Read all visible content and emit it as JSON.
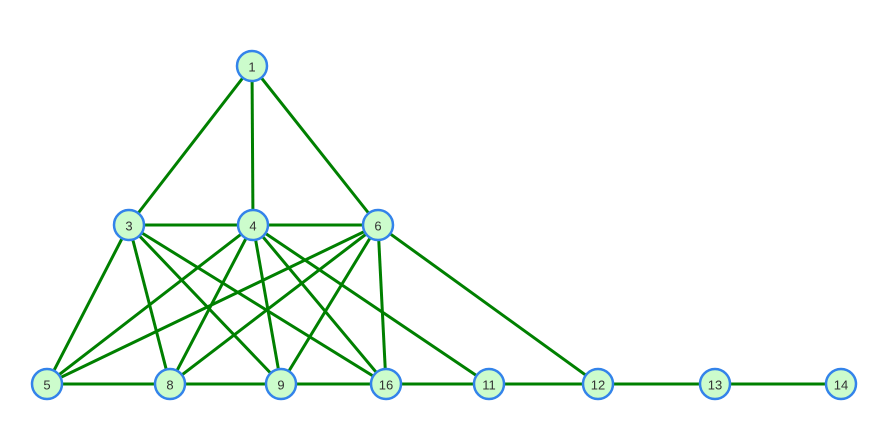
{
  "graph": {
    "nodes": [
      "1",
      "3",
      "4",
      "6",
      "5",
      "8",
      "9",
      "16",
      "11",
      "12",
      "13",
      "14"
    ],
    "edges": [
      [
        "1",
        "3"
      ],
      [
        "1",
        "4"
      ],
      [
        "1",
        "6"
      ],
      [
        "3",
        "4"
      ],
      [
        "4",
        "6"
      ],
      [
        "3",
        "5"
      ],
      [
        "3",
        "8"
      ],
      [
        "3",
        "9"
      ],
      [
        "3",
        "16"
      ],
      [
        "4",
        "5"
      ],
      [
        "4",
        "8"
      ],
      [
        "4",
        "9"
      ],
      [
        "4",
        "16"
      ],
      [
        "4",
        "11"
      ],
      [
        "6",
        "5"
      ],
      [
        "6",
        "8"
      ],
      [
        "6",
        "9"
      ],
      [
        "6",
        "16"
      ],
      [
        "6",
        "12"
      ],
      [
        "5",
        "8"
      ],
      [
        "8",
        "9"
      ],
      [
        "9",
        "16"
      ],
      [
        "16",
        "11"
      ],
      [
        "11",
        "12"
      ],
      [
        "12",
        "13"
      ],
      [
        "13",
        "14"
      ]
    ],
    "colors": {
      "edge": "#008000",
      "node_fill": "#ccfccc",
      "node_stroke": "#3383ea"
    }
  }
}
